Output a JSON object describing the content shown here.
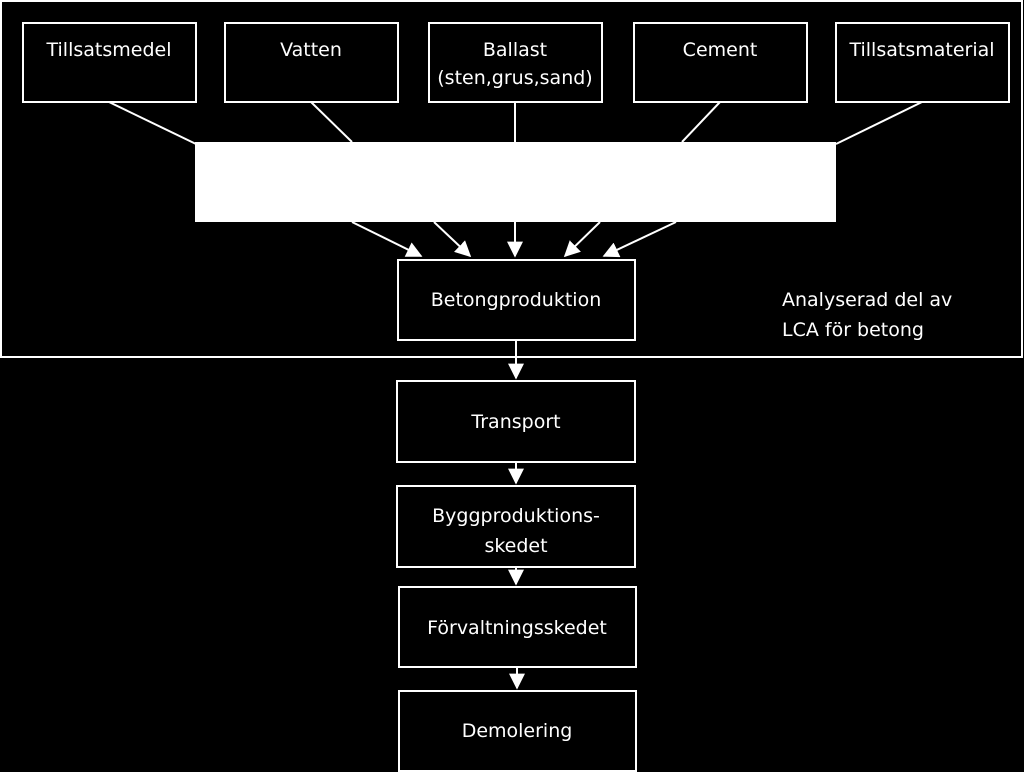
{
  "inputs": {
    "tillsatsmedel": "Tillsatsmedel",
    "vatten": "Vatten",
    "ballast_line1": "Ballast",
    "ballast_line2": "(sten,grus,sand)",
    "cement": "Cement",
    "tillsatsmaterial": "Tillsatsmaterial"
  },
  "process": {
    "betongproduktion": "Betongproduktion",
    "transport": "Transport",
    "byggproduktion_line1": "Byggproduktions-",
    "byggproduktion_line2": "skedet",
    "forvaltning": "Förvaltningsskedet",
    "demolering": "Demolering"
  },
  "boundary_note": {
    "line1": "Analyserad del av",
    "line2": "LCA för betong"
  },
  "colors": {
    "background": "#000000",
    "stroke": "#ffffff",
    "transport_band": "#ffffff"
  }
}
